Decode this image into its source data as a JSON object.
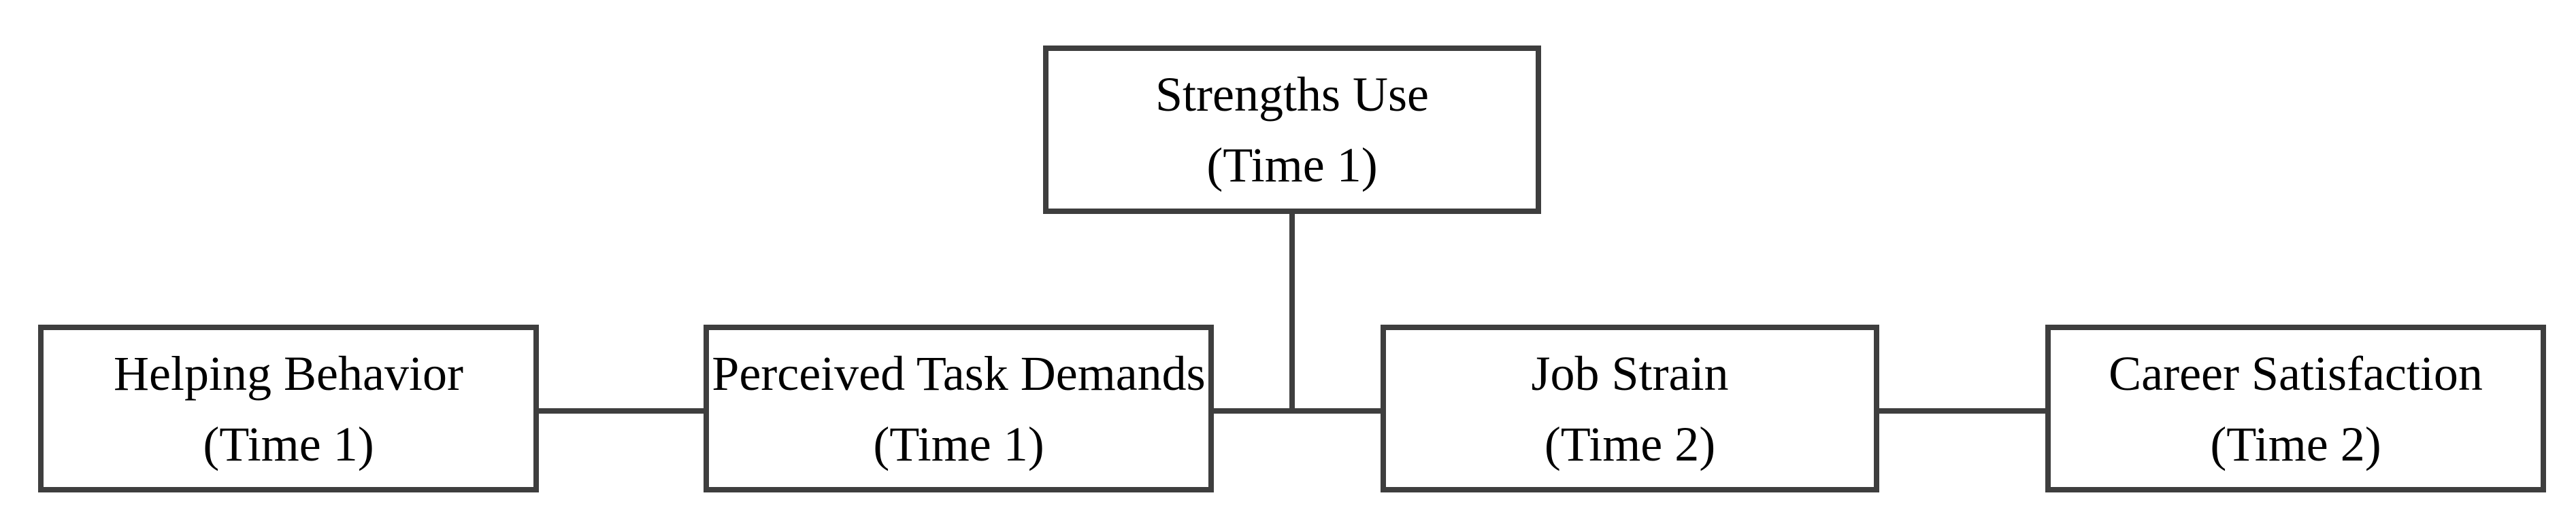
{
  "diagram": {
    "background_color": "#ffffff",
    "line_color": "#3e3e3e",
    "text_color": "#000000",
    "nodes": [
      {
        "id": "strengths-use",
        "line1": "Strengths Use",
        "line2": "(Time 1)"
      },
      {
        "id": "helping-behavior",
        "line1": "Helping Behavior",
        "line2": "(Time 1)"
      },
      {
        "id": "perceived-task-demands",
        "line1": "Perceived Task Demands",
        "line2": "(Time 1)"
      },
      {
        "id": "job-strain",
        "line1": "Job Strain",
        "line2": "(Time 2)"
      },
      {
        "id": "career-satisfaction",
        "line1": "Career Satisfaction",
        "line2": "(Time 2)"
      }
    ],
    "edges": [
      {
        "from": "helping-behavior",
        "to": "perceived-task-demands",
        "style": "plain-line"
      },
      {
        "from": "perceived-task-demands",
        "to": "job-strain",
        "style": "plain-line"
      },
      {
        "from": "job-strain",
        "to": "career-satisfaction",
        "style": "plain-line"
      },
      {
        "from": "strengths-use",
        "to": "edge:perceived-task-demands->job-strain",
        "style": "plain-line-vertical"
      }
    ]
  }
}
